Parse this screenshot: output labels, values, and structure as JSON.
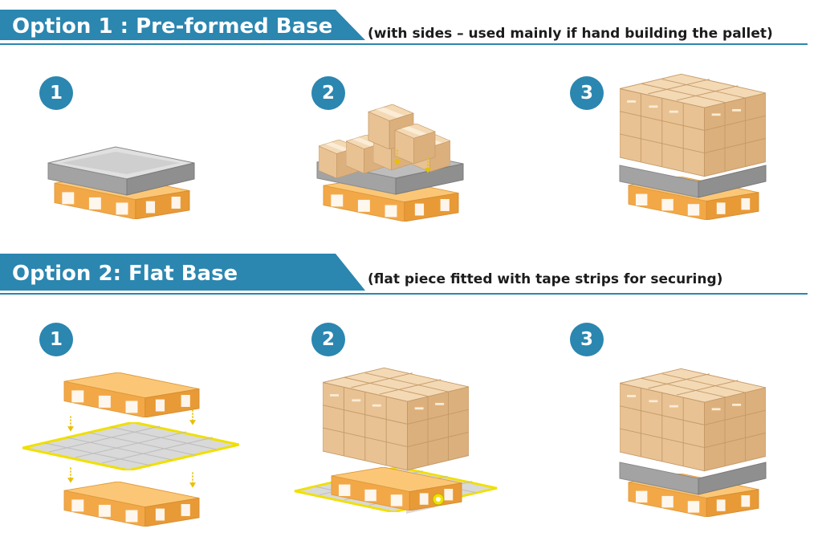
{
  "option1": {
    "title": "Option 1 : Pre-formed Base",
    "subtitle": "(with sides – used mainly if hand building the pallet)",
    "steps": [
      "1",
      "2",
      "3"
    ]
  },
  "option2": {
    "title": "Option 2: Flat Base",
    "subtitle": "(flat piece fitted with tape strips for securing)",
    "steps": [
      "1",
      "2",
      "3"
    ]
  },
  "colors": {
    "banner_blue": "#2b86b0",
    "pallet_orange": "#f7b554",
    "box_tan": "#e8c39a",
    "base_grey": "#a3a3a3",
    "tape_yellow": "#f0e000"
  },
  "icons": [
    "pallet-icon",
    "carton-box-icon",
    "pallet-base-icon",
    "tape-roll-icon",
    "down-arrow-icon"
  ]
}
